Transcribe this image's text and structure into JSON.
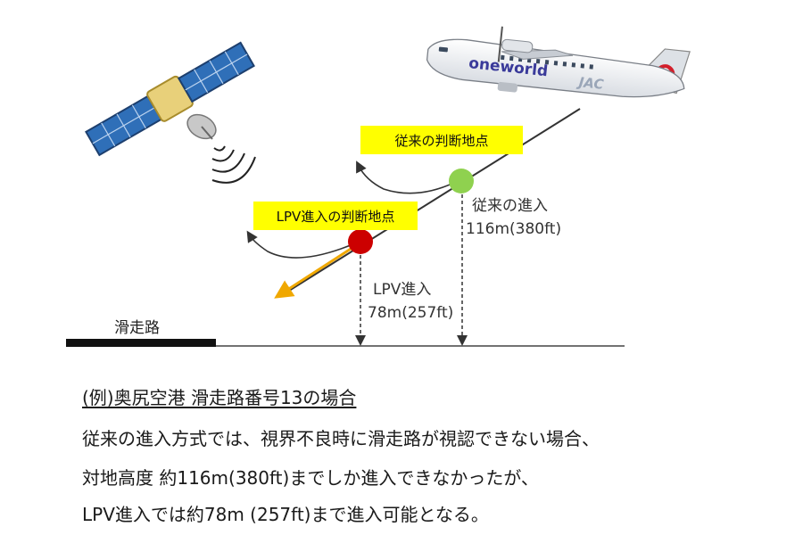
{
  "diagram": {
    "traditional_point_label": "従来の判断地点",
    "lpv_point_label": "LPV進入の判断地点",
    "traditional_approach_label": "従来の進入",
    "traditional_approach_height": "116m(380ft)",
    "lpv_approach_label": "LPV進入",
    "lpv_approach_height": "78m(257ft)",
    "runway_label": "滑走路",
    "aircraft_livery_text": "oneworld",
    "aircraft_tail_text": "JAC",
    "colors": {
      "callout_bg": "#ffff00",
      "traditional_point": "#8fd14f",
      "lpv_point": "#cc0000",
      "lpv_path": "#f0a800",
      "path_line": "#333333",
      "satellite_panel": "#2f6fb8",
      "satellite_body": "#e8d07a"
    },
    "icons": [
      "satellite-icon",
      "airplane-icon"
    ]
  },
  "caption": {
    "heading": "(例)奥尻空港 滑走路番号13の場合",
    "line1": "従来の進入方式では、視界不良時に滑走路が視認できない場合、",
    "line2": "対地高度 約116m(380ft)までしか進入できなかったが、",
    "line3": "LPV進入では約78m (257ft)まで進入可能となる。"
  }
}
